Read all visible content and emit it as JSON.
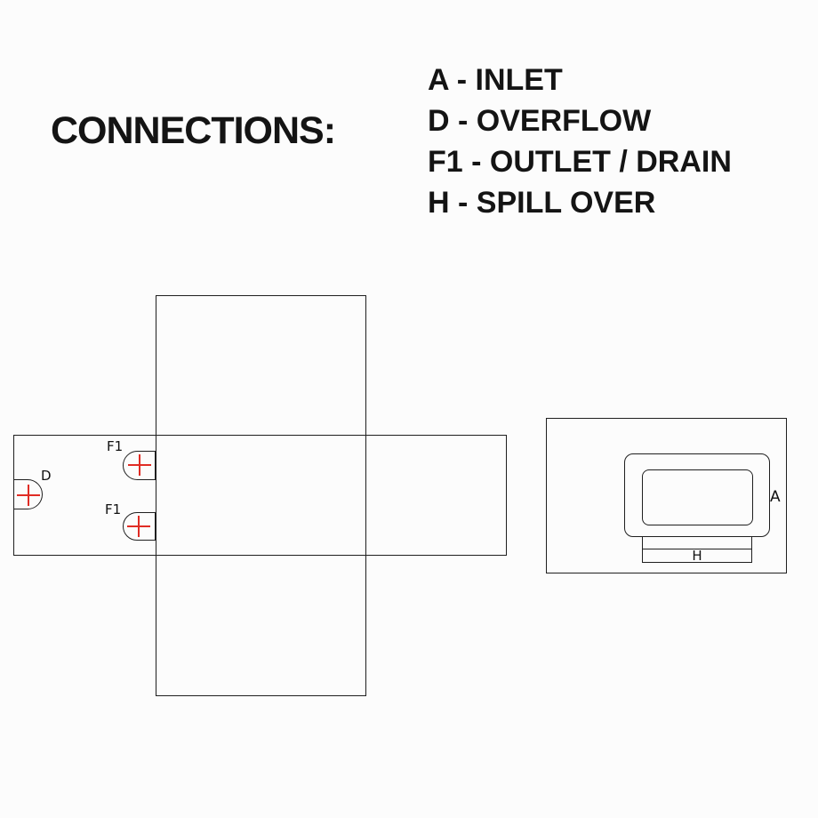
{
  "header": {
    "title": "CONNECTIONS:"
  },
  "legend": {
    "items": [
      {
        "label": "A - INLET"
      },
      {
        "label": "D - OVERFLOW"
      },
      {
        "label": "F1 - OUTLET / DRAIN"
      },
      {
        "label": "H - SPILL OVER"
      }
    ]
  },
  "net_diagram": {
    "ports": [
      {
        "label": "D"
      },
      {
        "label": "F1"
      },
      {
        "label": "F1"
      }
    ]
  },
  "plan_diagram": {
    "labels": {
      "inlet": "A",
      "spill_over": "H"
    }
  },
  "colors": {
    "line": "#1f1f1f",
    "accent_red": "#e02c24",
    "text": "#141414",
    "background": "#fcfcfc"
  }
}
